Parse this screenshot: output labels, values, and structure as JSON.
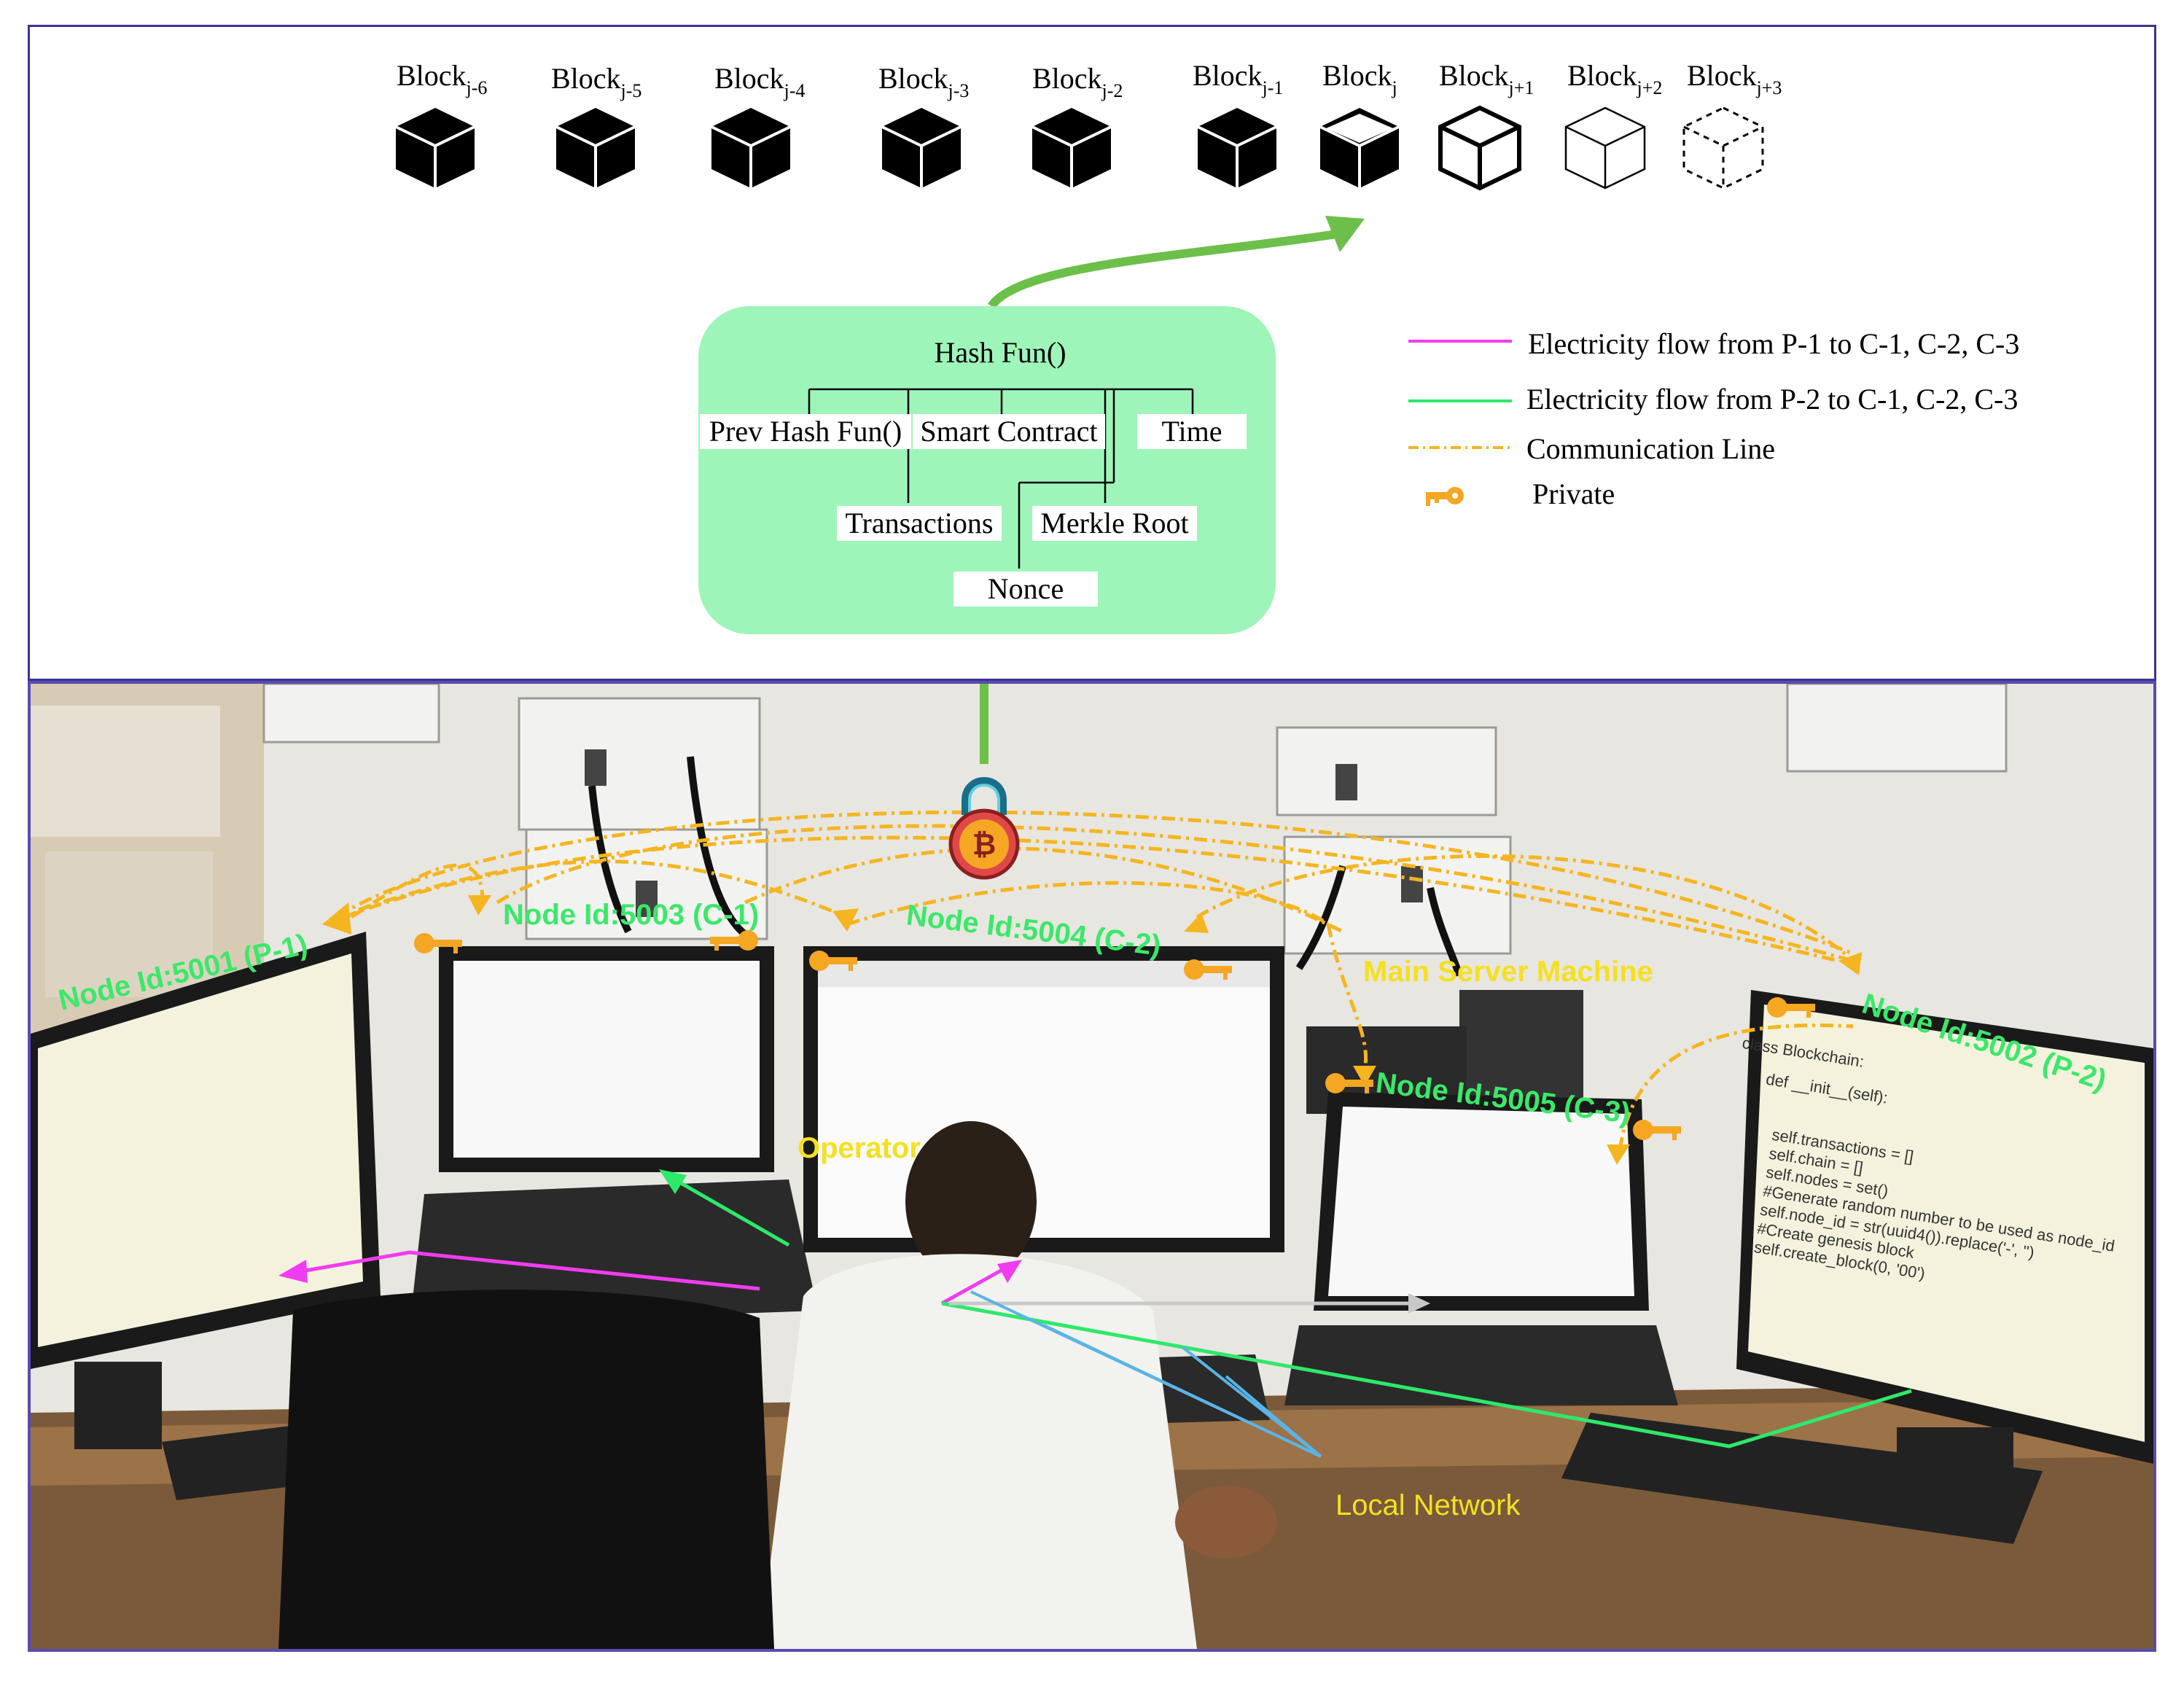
{
  "blocks": [
    {
      "base": "Block",
      "sub": "j-6",
      "style": "solid"
    },
    {
      "base": "Block",
      "sub": "j-5",
      "style": "solid"
    },
    {
      "base": "Block",
      "sub": "j-4",
      "style": "solid"
    },
    {
      "base": "Block",
      "sub": "j-3",
      "style": "solid"
    },
    {
      "base": "Block",
      "sub": "j-2",
      "style": "solid"
    },
    {
      "base": "Block",
      "sub": "j-1",
      "style": "solid"
    },
    {
      "base": "Block",
      "sub": "j",
      "style": "current"
    },
    {
      "base": "Block",
      "sub": "j+1",
      "style": "outline-bold"
    },
    {
      "base": "Block",
      "sub": "j+2",
      "style": "outline-thin"
    },
    {
      "base": "Block",
      "sub": "j+3",
      "style": "dashed"
    }
  ],
  "hash": {
    "root": "Hash Fun()",
    "prev_hash": "Prev Hash Fun()",
    "smart_contract": "Smart Contract",
    "time": "Time",
    "transactions": "Transactions",
    "merkle_root": "Merkle Root",
    "nonce": "Nonce"
  },
  "legend": {
    "p1_flow": "Electricity flow from P-1 to C-1,  C-2, C-3",
    "p2_flow": "Electricity flow  from P-2 to C-1,  C-2, C-3",
    "comm_line": "Communication Line",
    "private": "Private"
  },
  "photo_labels": {
    "node_5001": "Node Id:5001 (P-1)",
    "node_5003": "Node Id:5003 (C-1)",
    "node_5004": "Node Id:5004 (C-2)",
    "node_5005": "Node Id:5005 (C-3)",
    "node_5002": "Node Id:5002 (P-2)",
    "main_server": "Main Server Machine",
    "operator": "Operator",
    "local_network": "Local  Network"
  },
  "code_lines": [
    "class Blockchain:",
    "    def __init__(self):",
    "        self.transactions = []",
    "        self.chain = []",
    "        self.nodes = set()",
    "        #Generate random number to be used as node_id",
    "        self.node_id = str(uuid4()).replace('-', '')",
    "        #Create genesis block",
    "        self.create_block(0, '00')"
  ],
  "colors": {
    "p1_flow": "#f03cf0",
    "p2_flow": "#2ee86a",
    "comm_line": "#f5b520",
    "key": "#f5a623",
    "node_label": "#3be86a",
    "yellow_label": "#f5e020",
    "hash_box": "#9ef5ba",
    "arrow_green": "#6cc04a"
  },
  "icons": [
    "cube-icon",
    "bitcoin-lock-icon",
    "key-icon"
  ]
}
